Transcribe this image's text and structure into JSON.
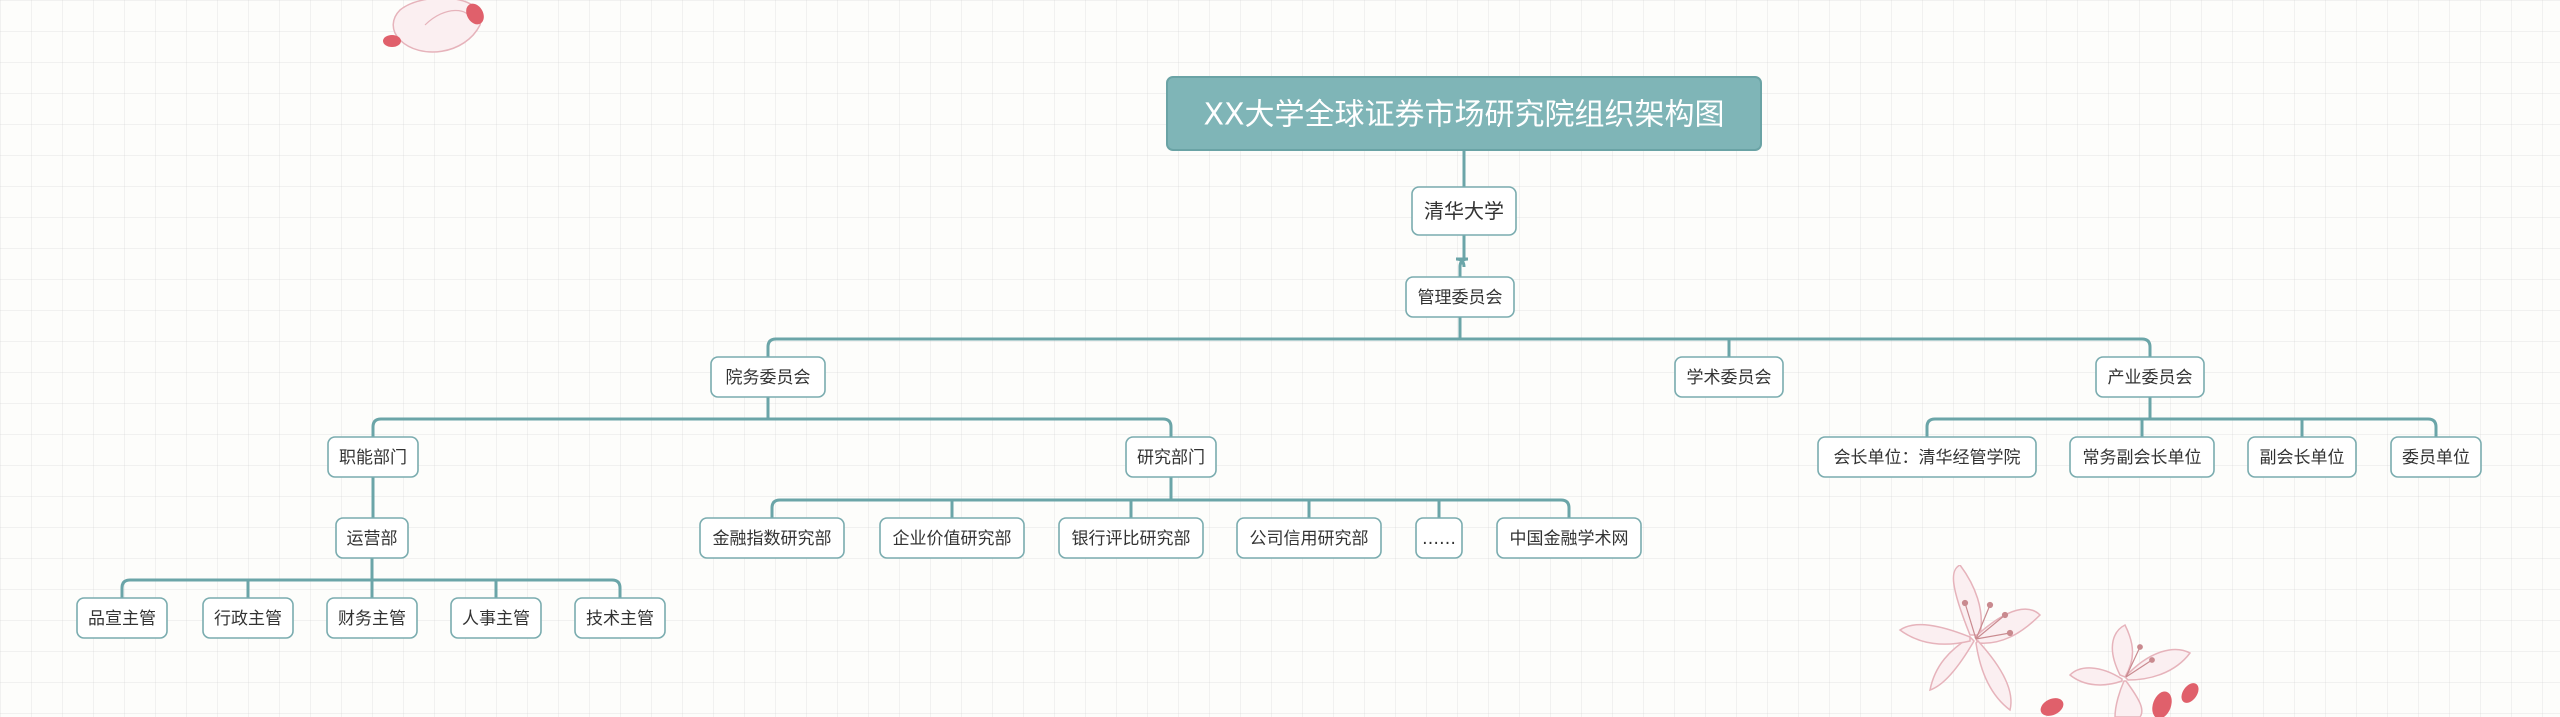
{
  "diagram": {
    "title": "XX大学全球证券市场研究院组织架构图",
    "colors": {
      "title_fill": "#7fb5b7",
      "title_stroke": "#6aa3a5",
      "title_text": "#ffffff",
      "node_fill": "#ffffff",
      "node_stroke": "#7aacaf",
      "node_text": "#333333",
      "connector": "#6ba5a8"
    },
    "nodes": [
      {
        "id": "title",
        "label": "XX大学全球证券市场研究院组织架构图",
        "parent": null
      },
      {
        "id": "tsinghua",
        "label": "清华大学",
        "parent": "title"
      },
      {
        "id": "mgmt",
        "label": "管理委员会",
        "parent": "tsinghua"
      },
      {
        "id": "yuanwu",
        "label": "院务委员会",
        "parent": "mgmt"
      },
      {
        "id": "xueshu",
        "label": "学术委员会",
        "parent": "mgmt"
      },
      {
        "id": "chanye",
        "label": "产业委员会",
        "parent": "mgmt"
      },
      {
        "id": "zhineng",
        "label": "职能部门",
        "parent": "yuanwu"
      },
      {
        "id": "yanjiu",
        "label": "研究部门",
        "parent": "yuanwu"
      },
      {
        "id": "yunying",
        "label": "运营部",
        "parent": "zhineng"
      },
      {
        "id": "pinxuan",
        "label": "品宣主管",
        "parent": "yunying"
      },
      {
        "id": "xingzheng",
        "label": "行政主管",
        "parent": "yunying"
      },
      {
        "id": "caiwu",
        "label": "财务主管",
        "parent": "yunying"
      },
      {
        "id": "renshi",
        "label": "人事主管",
        "parent": "yunying"
      },
      {
        "id": "jishu",
        "label": "技术主管",
        "parent": "yunying"
      },
      {
        "id": "jinrong_zhishu",
        "label": "金融指数研究部",
        "parent": "yanjiu"
      },
      {
        "id": "qiye_jiazhi",
        "label": "企业价值研究部",
        "parent": "yanjiu"
      },
      {
        "id": "yinhang_pingbi",
        "label": "银行评比研究部",
        "parent": "yanjiu"
      },
      {
        "id": "gongsi_xinyong",
        "label": "公司信用研究部",
        "parent": "yanjiu"
      },
      {
        "id": "etc",
        "label": "……",
        "parent": "yanjiu"
      },
      {
        "id": "zhongguo_xueshu",
        "label": "中国金融学术网",
        "parent": "yanjiu"
      },
      {
        "id": "huizhang",
        "label": "会长单位：清华经管学院",
        "parent": "chanye"
      },
      {
        "id": "changwu",
        "label": "常务副会长单位",
        "parent": "chanye"
      },
      {
        "id": "fuhuizhang",
        "label": "副会长单位",
        "parent": "chanye"
      },
      {
        "id": "weiyuan",
        "label": "委员单位",
        "parent": "chanye"
      }
    ]
  },
  "decorations": {
    "flower_colors": {
      "petal": "#fbeff1",
      "outline": "#e6b3bb",
      "accent": "#e0606b",
      "stamen": "#c98a8f"
    }
  }
}
